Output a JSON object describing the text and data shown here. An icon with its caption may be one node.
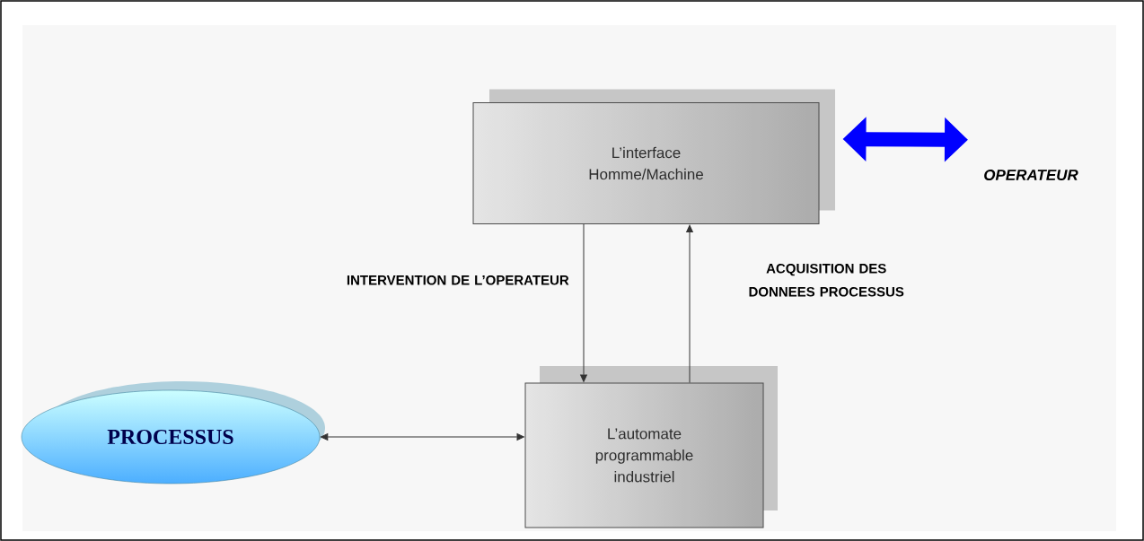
{
  "diagram": {
    "nodes": [
      {
        "text": [
          "L’interface Homme/Machine"
        ]
      },
      {
        "text": [
          "OPERATEUR"
        ]
      },
      {
        "text": [
          "L’automate programmable industriel"
        ]
      },
      {
        "text": [
          "PROCESSUS"
        ]
      }
    ],
    "edges": [
      {
        "from": 0,
        "to": 2,
        "arrow": "to",
        "label": "INTERVENTION DE L’OPERATEUR"
      },
      {
        "from": 2,
        "to": 0,
        "arrow": "to",
        "label": "ACQUISITION DES DONNEES PROCESSUS"
      },
      {
        "from": 3,
        "to": 2,
        "arrow": "both"
      },
      {
        "from": 0,
        "to": 1,
        "arrow": "both",
        "style": "thick",
        "color": "#0000ff"
      }
    ]
  }
}
